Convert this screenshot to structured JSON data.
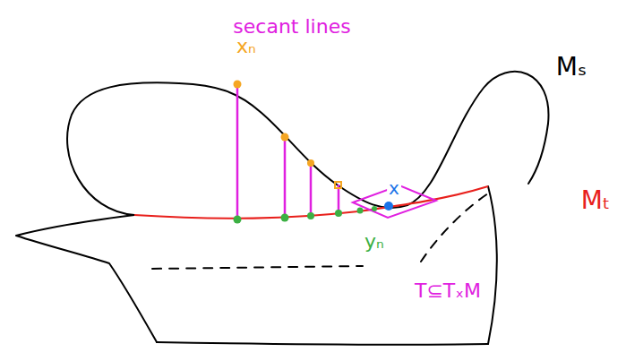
{
  "diagram": {
    "labels": [
      "secant lines",
      "xₙ",
      "Mₛ",
      "x",
      "Mₜ",
      "yₙ",
      "T⊆TₓM"
    ]
  }
}
